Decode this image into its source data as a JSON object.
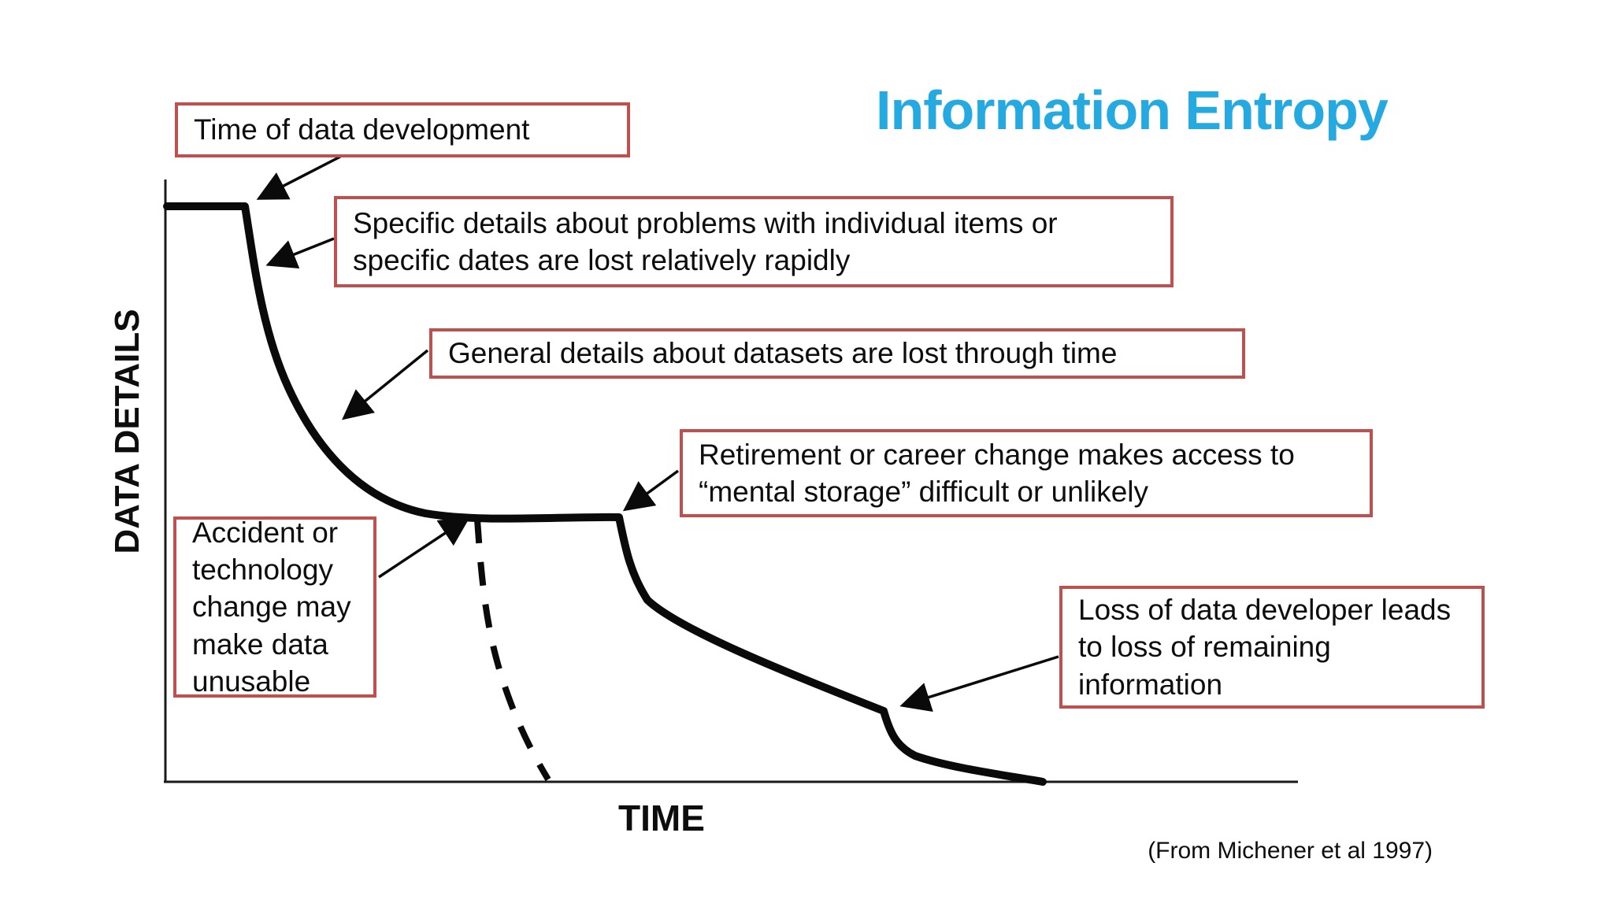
{
  "title": {
    "text": "Information Entropy",
    "color": "#24a9e1"
  },
  "axes": {
    "y_label": "DATA DETAILS",
    "x_label": "TIME"
  },
  "attribution": "(From Michener et al 1997)",
  "annotations": {
    "time_of_development": "Time of data development",
    "specific_details": "Specific details about problems with individual items or specific dates are lost relatively rapidly",
    "general_details": "General details about datasets are lost through time",
    "retirement": "Retirement or career change makes access to “mental storage” difficult or unlikely",
    "accident": "Accident or technology change may make data unusable",
    "loss_of_developer": "Loss of data developer leads to loss of remaining information"
  },
  "figure": {
    "type": "conceptual-decay-diagram",
    "solid_curve": "Data details plateau at time of data development, drop rapidly, level off, drop again at retirement or career change, then fall to near zero after loss of data developer",
    "dashed_curve": "Branch where accident or technology change makes data unusable, falling quickly to zero",
    "colors": {
      "annotation_border": "#c0504d",
      "curve": "#000000",
      "axis": "#1a1a1a"
    }
  }
}
